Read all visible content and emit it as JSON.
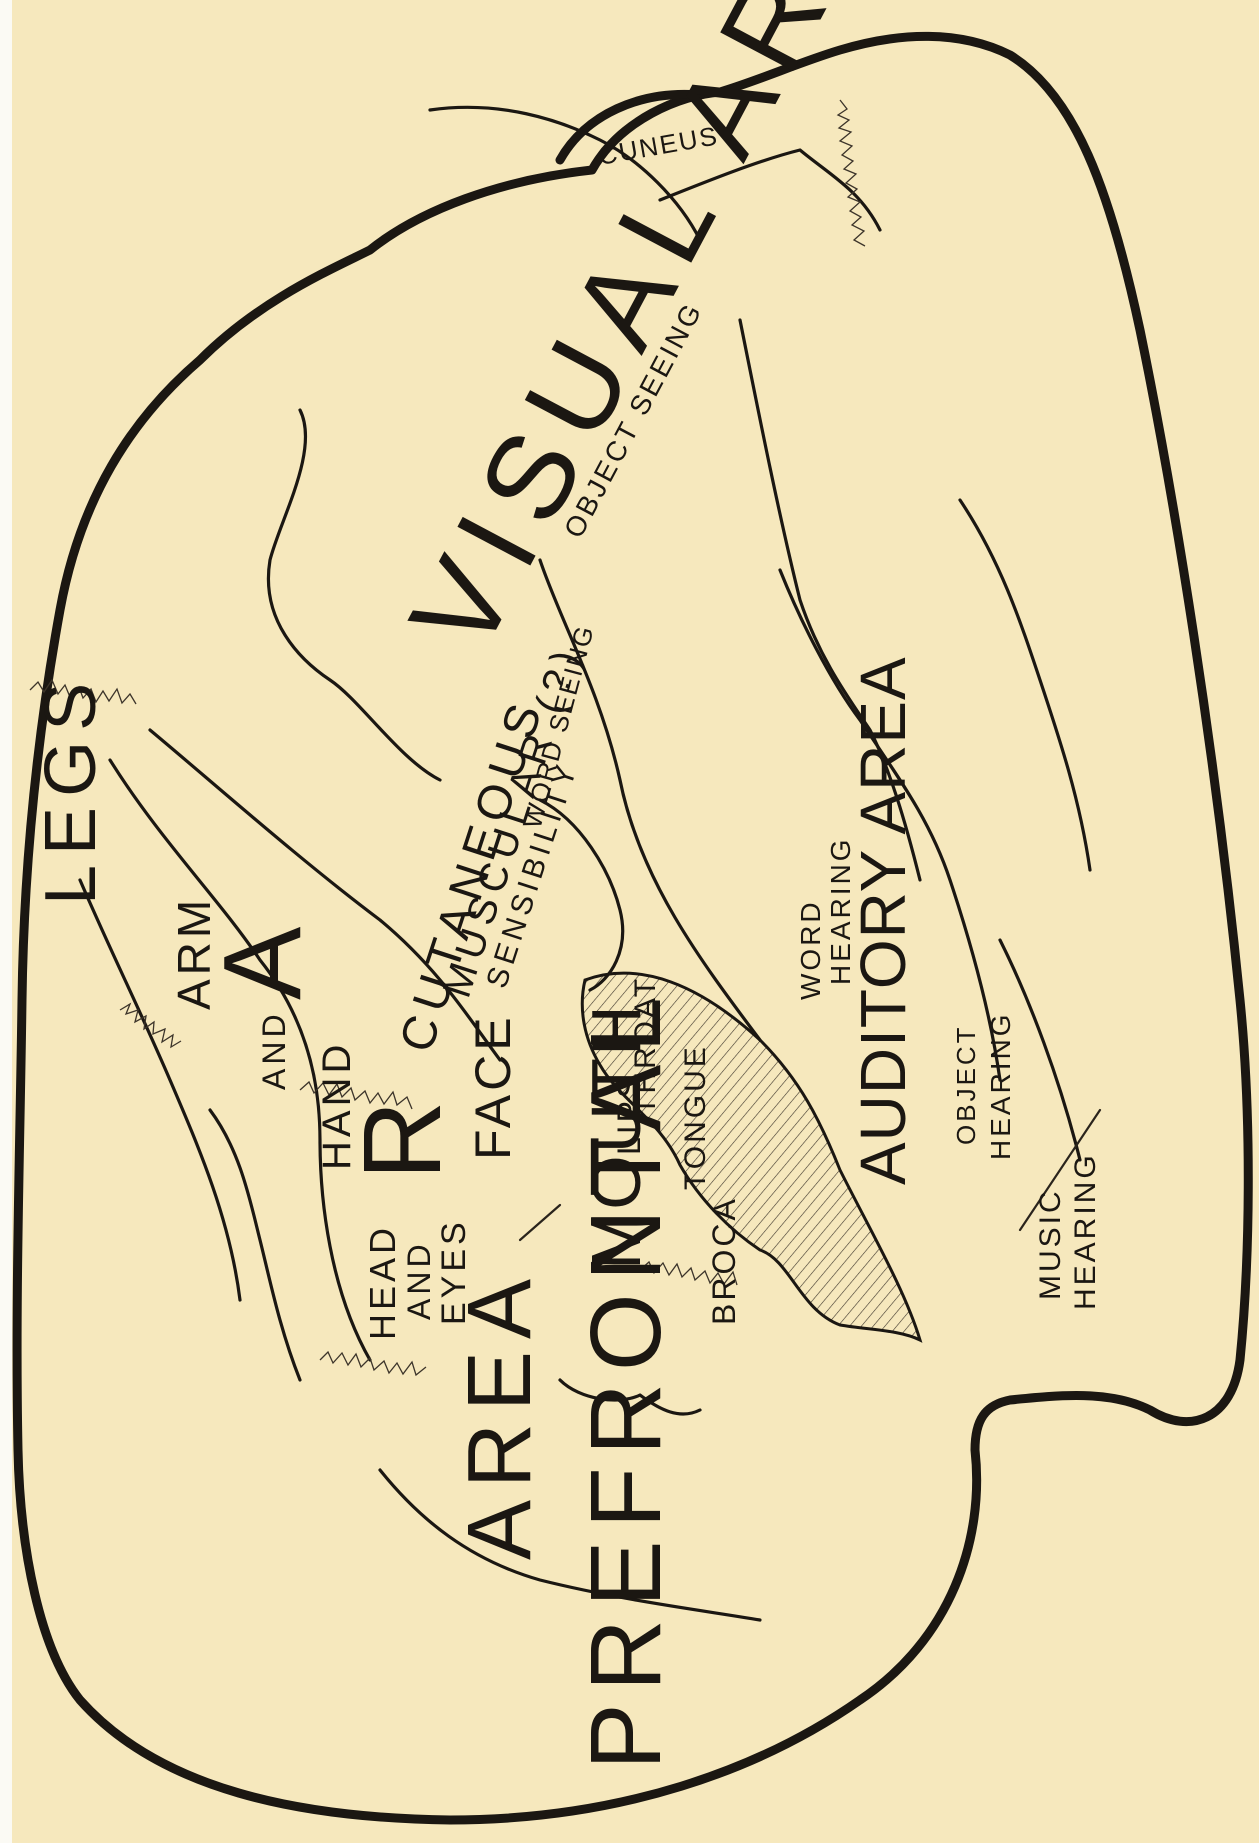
{
  "colors": {
    "paper": "#f6e8bd",
    "ink": "#1b1712",
    "margin": "#fbfaf4"
  },
  "labels": {
    "cuneus": "CUNEUS",
    "visual_area": "VISUAL AREA",
    "object_seeing": "OBJECT SEEING",
    "word_seeing": "WORD SEEING",
    "legs": "LEGS",
    "cutaneous": "CUTANEOUS",
    "muscular": "MUSCULAR (?)",
    "sensibility": "SENSIBILITY",
    "arm": "ARM",
    "and_1": "AND",
    "hand": "HAND",
    "face": "FACE",
    "head": "HEAD",
    "and_2": "AND",
    "eyes": "EYES",
    "mouth": "MOUTH",
    "lips": "LIPS",
    "throat": "THROAT",
    "tongue": "TONGUE",
    "broca": "BROCA",
    "word": "WORD",
    "hearing_1": "HEARING",
    "auditory_area": "AUDITORY AREA",
    "object": "OBJECT",
    "hearing_2": "HEARING",
    "music": "MUSIC",
    "hearing_3": "HEARING",
    "prefrontal": "PREFRONTAL",
    "area": "AREA",
    "motor_letter_1": "A",
    "motor_letter_2": "R"
  }
}
